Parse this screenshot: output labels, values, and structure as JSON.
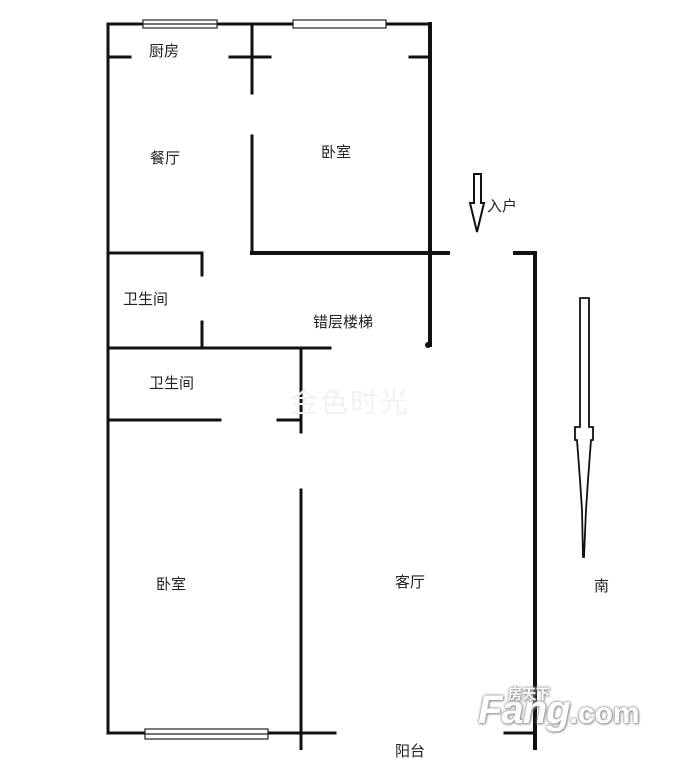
{
  "rooms": {
    "kitchen": "厨房",
    "dining": "餐厅",
    "bedroom_north": "卧室",
    "bathroom_1": "卫生间",
    "bathroom_2": "卫生间",
    "split_level_stairs": "错层楼梯",
    "bedroom_south": "卧室",
    "living_room": "客厅",
    "balcony": "阳台"
  },
  "annotations": {
    "entrance": "入户",
    "compass_south": "南"
  },
  "watermarks": {
    "center": "金色时光",
    "brand_big": "Fang",
    "brand_com": ".com",
    "brand_cn": "房天下"
  },
  "colors": {
    "wall": "#111111",
    "background": "#ffffff"
  }
}
